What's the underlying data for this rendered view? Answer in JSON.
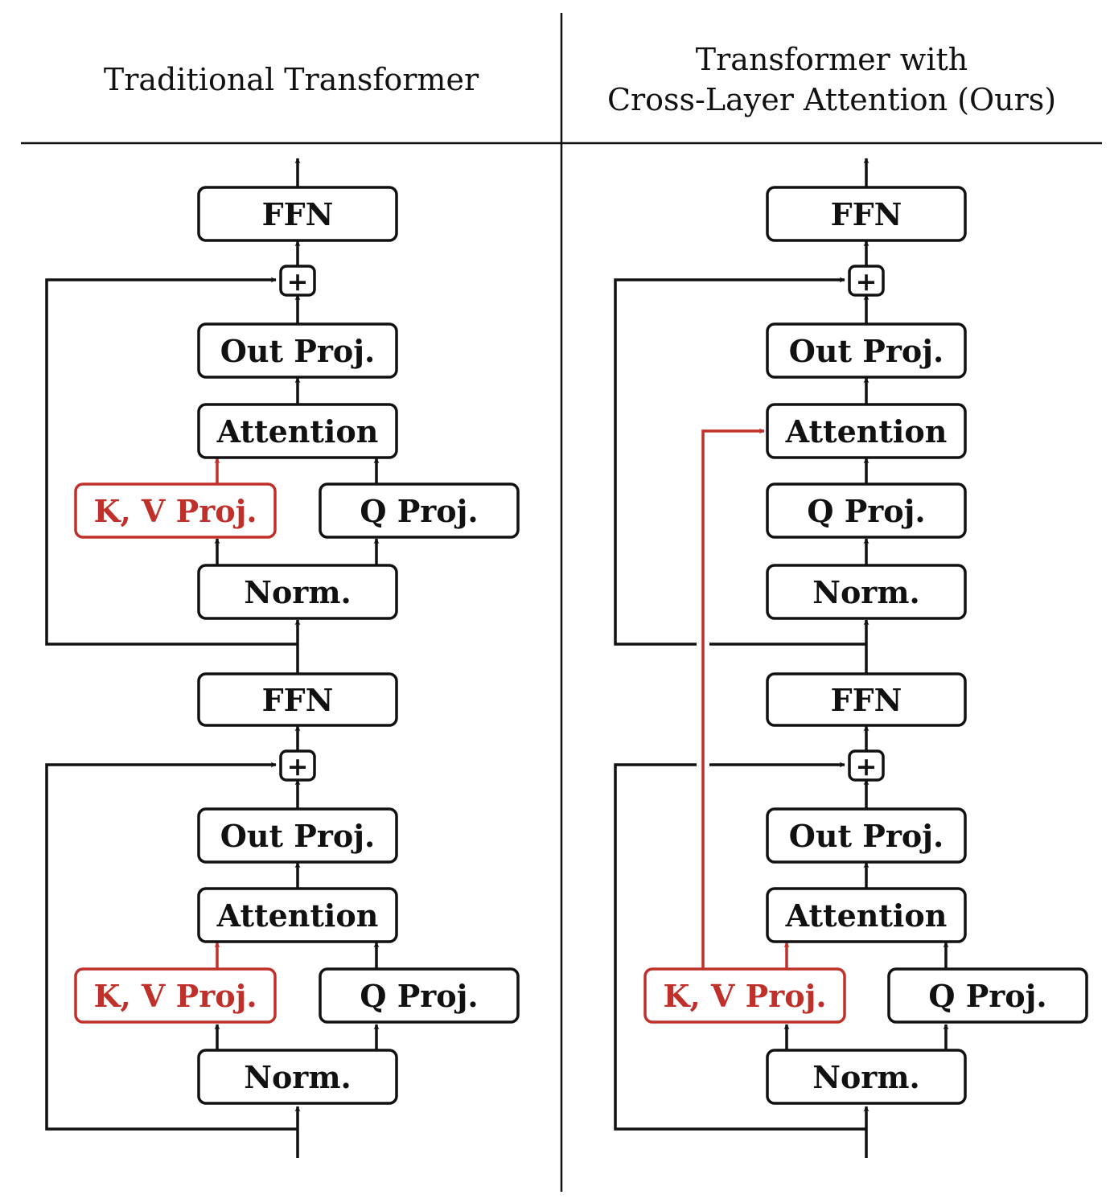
{
  "left_panel": {
    "title": "Traditional Transformer",
    "upper_layer": {
      "ffn": "FFN",
      "out_proj": "Out Proj.",
      "attention": "Attention",
      "kv_proj": "K, V Proj.",
      "q_proj": "Q Proj.",
      "norm": "Norm."
    },
    "lower_layer": {
      "ffn": "FFN",
      "out_proj": "Out Proj.",
      "attention": "Attention",
      "kv_proj": "K, V Proj.",
      "q_proj": "Q Proj.",
      "norm": "Norm."
    }
  },
  "right_panel": {
    "title_line1": "Transformer with",
    "title_line2": "Cross-Layer Attention (Ours)",
    "upper_layer": {
      "ffn": "FFN",
      "out_proj": "Out Proj.",
      "attention": "Attention",
      "q_proj": "Q Proj.",
      "norm": "Norm."
    },
    "lower_layer": {
      "ffn": "FFN",
      "out_proj": "Out Proj.",
      "attention": "Attention",
      "kv_proj": "K, V Proj.",
      "q_proj": "Q Proj.",
      "norm": "Norm."
    }
  },
  "residual_symbol": "+",
  "colors": {
    "highlight": "#c0302a",
    "ink": "#111111"
  }
}
